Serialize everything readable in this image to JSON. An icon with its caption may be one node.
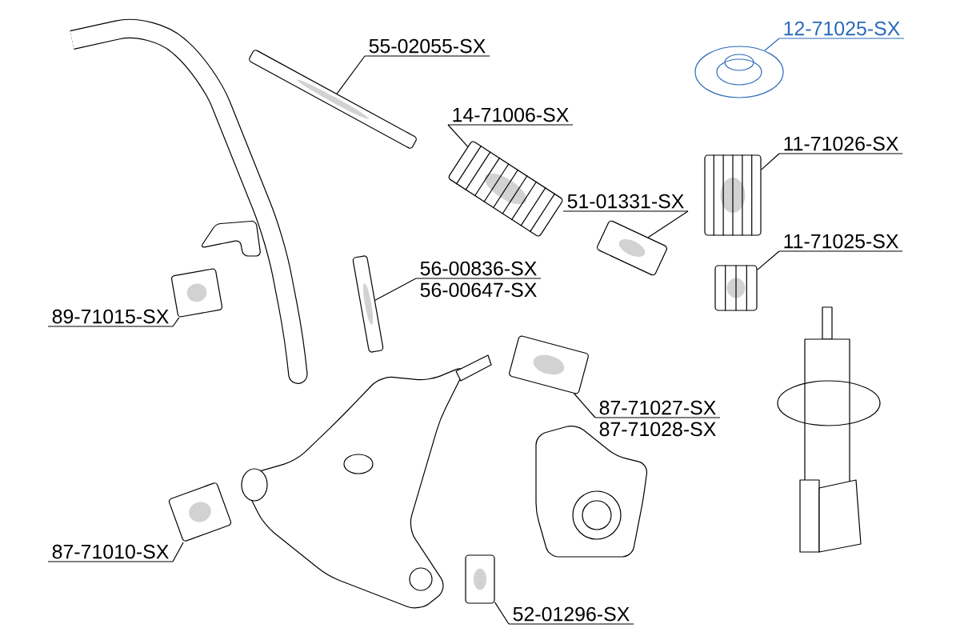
{
  "diagram": {
    "nodes": [
      {
        "text": [
          "55-02055-SX"
        ]
      },
      {
        "text": [],
        "shape": "picture"
      },
      {
        "text": [
          "14-71006-SX"
        ]
      },
      {
        "text": [],
        "shape": "picture"
      },
      {
        "text": [
          "12-71025-SX"
        ]
      },
      {
        "text": [],
        "shape": "picture"
      },
      {
        "text": [
          "11-71026-SX"
        ]
      },
      {
        "text": [],
        "shape": "picture"
      },
      {
        "text": [
          "51-01331-SX"
        ]
      },
      {
        "text": [],
        "shape": "picture"
      },
      {
        "text": [
          "11-71025-SX"
        ]
      },
      {
        "text": [],
        "shape": "picture"
      },
      {
        "text": [
          "56-00836-SX",
          "56-00647-SX"
        ]
      },
      {
        "text": [],
        "shape": "picture"
      },
      {
        "text": [
          "89-71015-SX"
        ]
      },
      {
        "text": [],
        "shape": "picture"
      },
      {
        "text": [
          "87-71027-SX",
          "87-71028-SX"
        ]
      },
      {
        "text": [],
        "shape": "picture"
      },
      {
        "text": [
          "87-71010-SX"
        ]
      },
      {
        "text": [],
        "shape": "picture"
      },
      {
        "text": [
          "52-01296-SX"
        ]
      },
      {
        "text": [],
        "shape": "picture"
      }
    ],
    "edges": [
      {
        "from": 0,
        "to": 1,
        "arrow": "none"
      },
      {
        "from": 2,
        "to": 3,
        "arrow": "none"
      },
      {
        "from": 4,
        "to": 5,
        "arrow": "none",
        "color": "#2a6bb8"
      },
      {
        "from": 6,
        "to": 7,
        "arrow": "none"
      },
      {
        "from": 8,
        "to": 9,
        "arrow": "none"
      },
      {
        "from": 10,
        "to": 11,
        "arrow": "none"
      },
      {
        "from": 12,
        "to": 13,
        "arrow": "none"
      },
      {
        "from": 14,
        "to": 15,
        "arrow": "none"
      },
      {
        "from": 16,
        "to": 17,
        "arrow": "none"
      },
      {
        "from": 18,
        "to": 19,
        "arrow": "none"
      },
      {
        "from": 20,
        "to": 21,
        "arrow": "none"
      }
    ]
  }
}
